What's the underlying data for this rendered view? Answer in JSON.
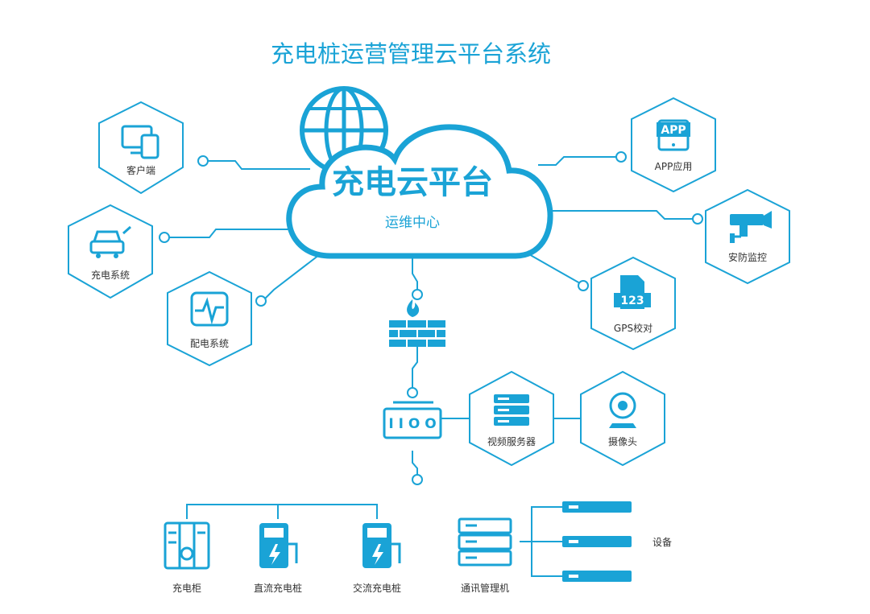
{
  "title": "充电桩运营管理云平台系统",
  "cloud": {
    "title": "充电云平台",
    "subtitle": "运维中心"
  },
  "nodes": {
    "client": "客户端",
    "charging_system": "充电系统",
    "distribution_system": "配电系统",
    "app": "APP应用",
    "security": "安防监控",
    "gps": "GPS校对",
    "video_server": "视频服务器",
    "camera": "摄像头"
  },
  "switch": {
    "label": "I I O O"
  },
  "bottom": {
    "cabinet": "充电柜",
    "dc_pile": "直流充电桩",
    "ac_pile": "交流充电桩",
    "comm_manager": "通讯管理机",
    "devices": "设备"
  },
  "icons": {
    "app_badge": "APP",
    "gps_badge": "123"
  },
  "colors": {
    "accent": "#1aa3d6",
    "text": "#333333"
  }
}
